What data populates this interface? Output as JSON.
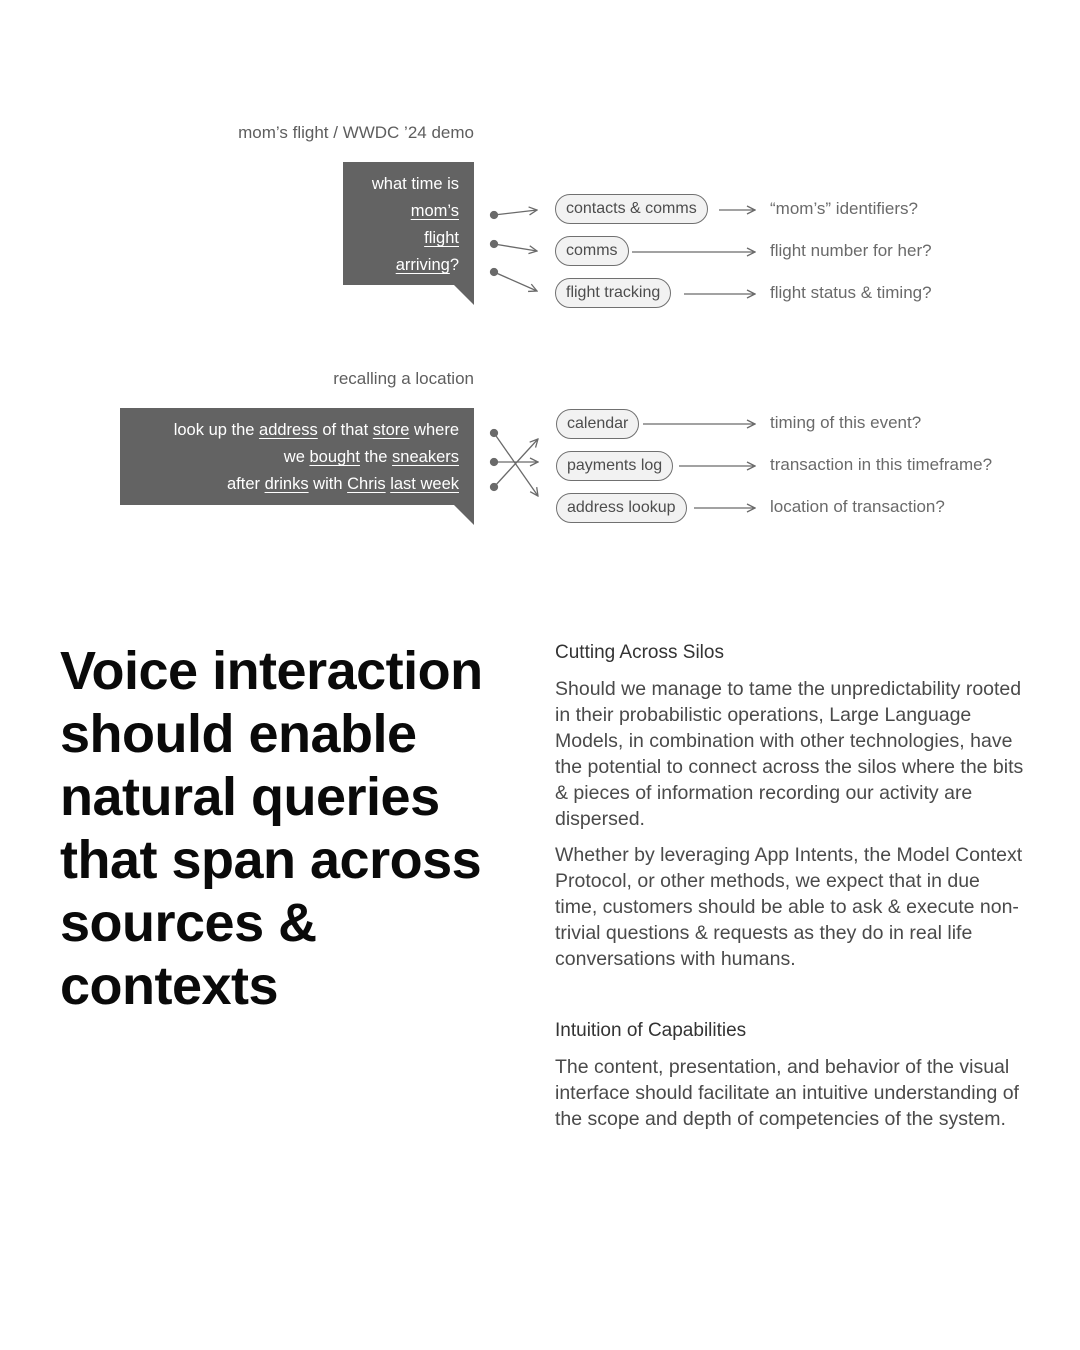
{
  "diagram1": {
    "title": "mom’s flight / WWDC ’24 demo",
    "bubble": [
      [
        {
          "t": "what time is",
          "u": false
        }
      ],
      [
        {
          "t": "mom’s",
          "u": true
        }
      ],
      [
        {
          "t": "flight",
          "u": true
        }
      ],
      [
        {
          "t": "arriving",
          "u": true
        },
        {
          "t": "?",
          "u": false
        }
      ]
    ],
    "sources": [
      "contacts & comms",
      "comms",
      "flight tracking"
    ],
    "questions": [
      "“mom’s” identifiers?",
      "flight number for her?",
      "flight status & timing?"
    ]
  },
  "diagram2": {
    "title": "recalling a location",
    "bubble": [
      [
        {
          "t": "look up the ",
          "u": false
        },
        {
          "t": "address",
          "u": true
        },
        {
          "t": " of that ",
          "u": false
        },
        {
          "t": "store",
          "u": true
        },
        {
          "t": " where",
          "u": false
        }
      ],
      [
        {
          "t": "we ",
          "u": false
        },
        {
          "t": "bought",
          "u": true
        },
        {
          "t": " the ",
          "u": false
        },
        {
          "t": "sneakers",
          "u": true
        }
      ],
      [
        {
          "t": "after ",
          "u": false
        },
        {
          "t": "drinks",
          "u": true
        },
        {
          "t": " with ",
          "u": false
        },
        {
          "t": "Chris",
          "u": true
        },
        {
          "t": " ",
          "u": false
        },
        {
          "t": "last week",
          "u": true
        }
      ]
    ],
    "sources": [
      "calendar",
      "payments log",
      "address lookup"
    ],
    "questions": [
      "timing of this event?",
      "transaction in this timeframe?",
      "location of transaction?"
    ]
  },
  "headline": "Voice interaction should enable natural queries that span across sources & contexts",
  "sections": [
    {
      "heading": "Cutting Across Silos",
      "paragraphs": [
        "Should we manage to tame the unpredictability rooted in their probabilistic operations, Large Language Models, in combination with other technologies, have the potential to connect across the silos where the bits & pieces of information recording our activity are dispersed.",
        "Whether by leveraging App Intents, the Model Context Protocol, or other methods, we expect that in due time, customers should be able to ask & execute non-trivial questions & requests as they do in real life conversations with humans."
      ]
    },
    {
      "heading": "Intuition of Capabilities",
      "paragraphs": [
        "The content, presentation, and behavior of the visual interface should facilitate an intuitive understanding of the scope and depth of competencies of the system."
      ]
    }
  ],
  "colors": {
    "bubble": "#636363",
    "connector": "#6a6a6a",
    "pill_fill": "#f2f2f2",
    "headline": "#0a0a0a"
  }
}
